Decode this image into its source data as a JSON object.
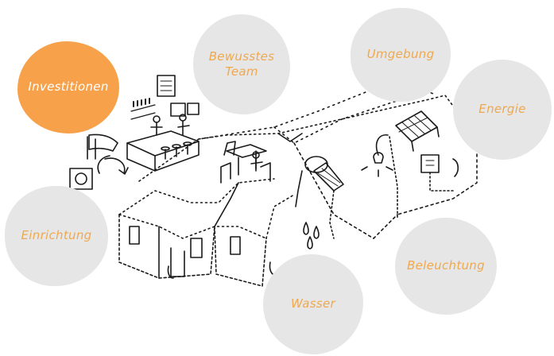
{
  "colors": {
    "active_fill": "#f7a24a",
    "active_text": "#ffffff",
    "inactive_fill": "#e6e6e6",
    "inactive_text": "#f0a84e",
    "line_art": "#1a1a1a"
  },
  "categories": [
    {
      "id": "investitionen",
      "label": "Investitionen",
      "active": true
    },
    {
      "id": "bewusstes-team",
      "label": "Bewusstes\nTeam",
      "active": false
    },
    {
      "id": "umgebung",
      "label": "Umgebung",
      "active": false
    },
    {
      "id": "energie",
      "label": "Energie",
      "active": false
    },
    {
      "id": "einrichtung",
      "label": "Einrichtung",
      "active": false
    },
    {
      "id": "beleuchtung",
      "label": "Beleuchtung",
      "active": false
    },
    {
      "id": "wasser",
      "label": "Wasser",
      "active": false
    }
  ]
}
